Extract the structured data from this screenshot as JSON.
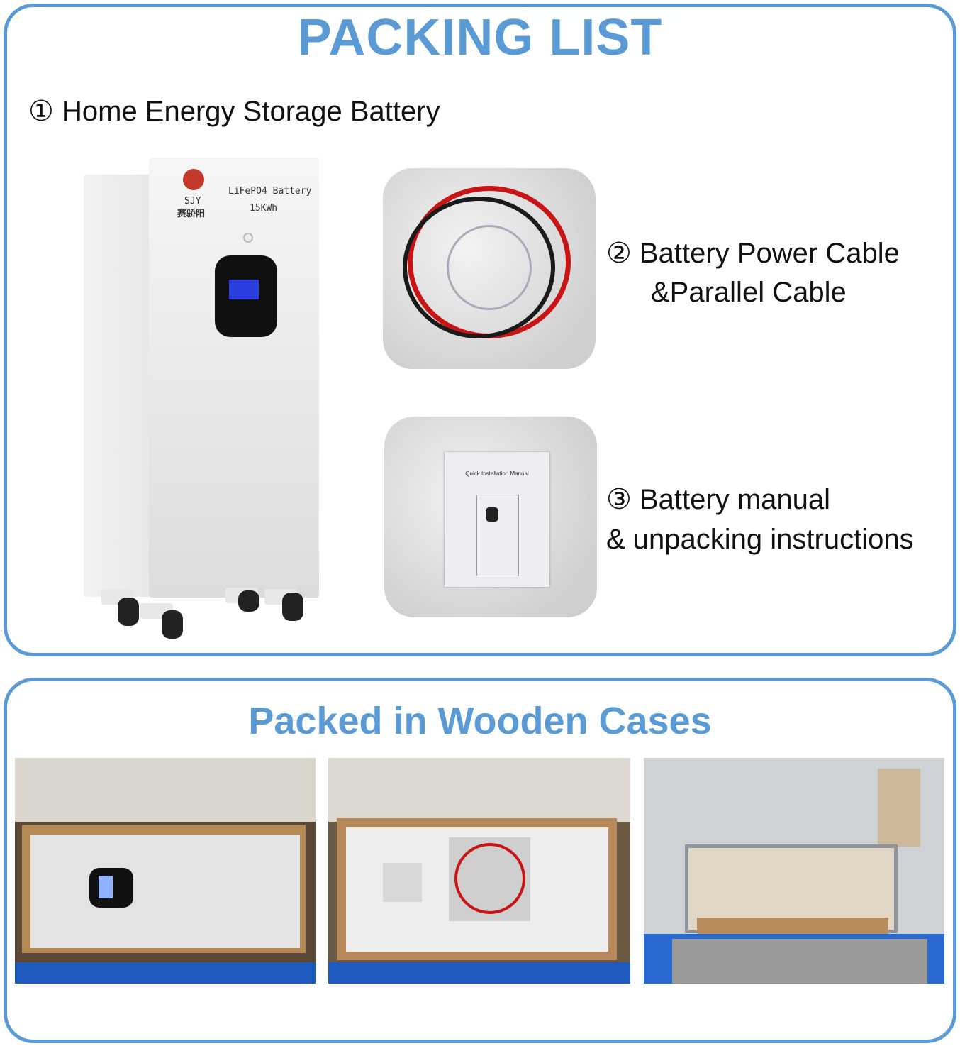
{
  "colors": {
    "accent": "#5b9bd5",
    "border": "#5b9bd5",
    "floor_blue": "#1f5bbf",
    "cable_red": "#d01818"
  },
  "packing_list": {
    "title": "PACKING LIST",
    "items": [
      {
        "number": "①",
        "lines": [
          "Home Energy Storage Battery"
        ]
      },
      {
        "number": "②",
        "lines": [
          "Battery Power Cable",
          "&Parallel Cable"
        ]
      },
      {
        "number": "③",
        "lines": [
          "Battery manual",
          "& unpacking instructions"
        ]
      }
    ],
    "battery": {
      "brand": "SJY",
      "brand_cn": "赛骄阳",
      "model_line1": "LiFePO4 Battery",
      "model_line2": "15KWh"
    },
    "manual": {
      "heading": "Quick Installation Manual"
    }
  },
  "wooden_cases": {
    "title": "Packed in Wooden Cases",
    "photos": [
      "battery-in-open-crate",
      "foam-packed-crate",
      "closed-crate-on-pallet"
    ]
  }
}
